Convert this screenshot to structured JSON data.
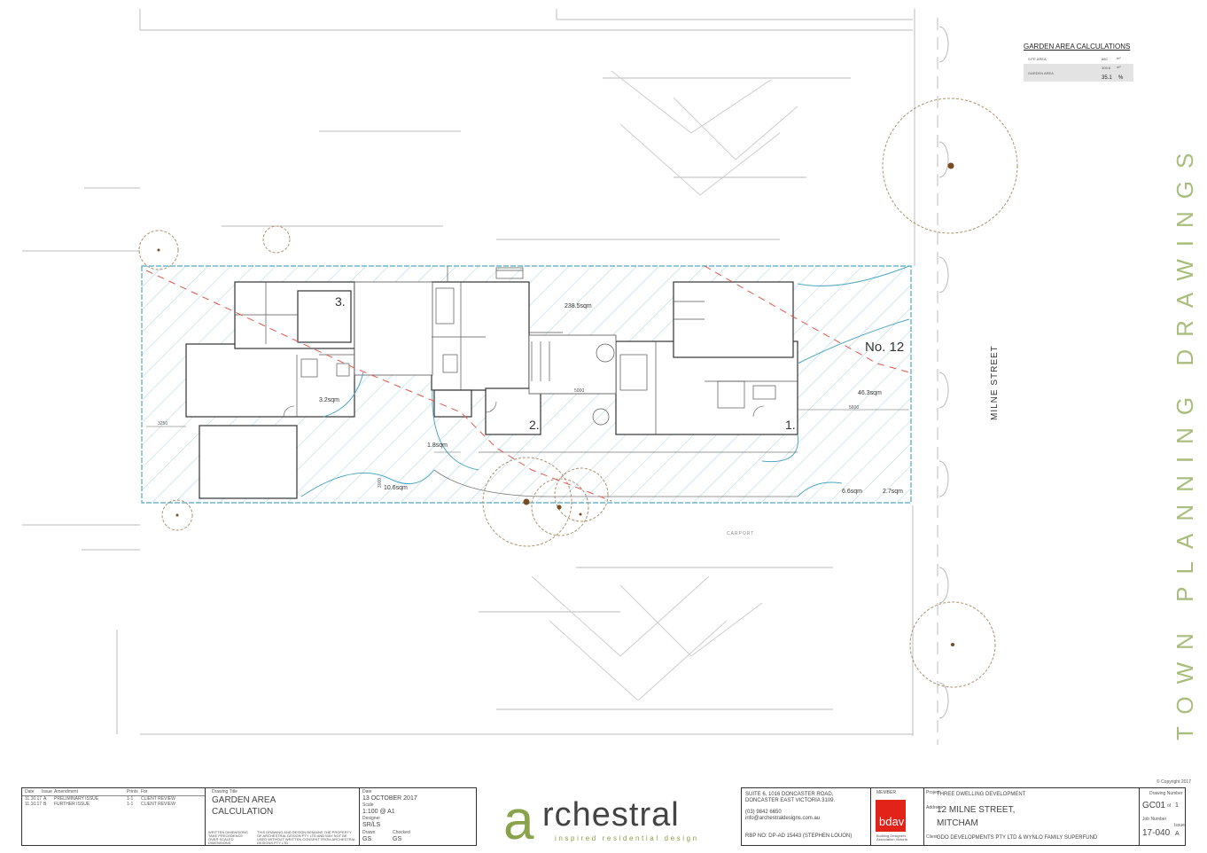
{
  "garden_calc": {
    "title": "GARDEN AREA CALCULATIONS",
    "site_area_label": "SITE AREA",
    "site_area_value": "880",
    "site_area_unit": "m²",
    "garden_area_label": "GARDEN AREA",
    "garden_area_value": "309.8",
    "garden_area_unit": "m²",
    "garden_pct_value": "35.1",
    "garden_pct_unit": "%"
  },
  "plan": {
    "dwelling_3": "3.",
    "dwelling_2": "2.",
    "dwelling_1": "1.",
    "street_number": "No. 12",
    "street_name": "MILNE STREET",
    "area_main": "238.5sqm",
    "area_front": "46.3sqm",
    "area_a": "3.2sqm",
    "area_b": "1.8sqm",
    "area_c": "10.6sqm",
    "area_d": "6.6sqm",
    "area_e": "2.7sqm",
    "dim_5000": "5000",
    "dim_5600": "5600",
    "dim_3250": "3250",
    "dim_3000": "3000",
    "crossover": "CARPORT"
  },
  "side_title": "TOWN PLANNING DRAWINGS",
  "copyright": "© Copyright 2017",
  "title_block": {
    "rev_headers": [
      "Date",
      "Issue",
      "Amendment",
      "Prints",
      "For"
    ],
    "rev_rows": [
      [
        "11.10.17",
        "A",
        "PRELIMINARY ISSUE",
        "1-1",
        "CLIENT REVIEW"
      ],
      [
        "11.10.17",
        "B",
        "FURTHER ISSUE",
        "1-1",
        "CLIENT REVIEW"
      ]
    ],
    "drawing_title_label": "Drawing Title",
    "drawing_title_1": "GARDEN AREA",
    "drawing_title_2": "CALCULATION",
    "date_label": "Date",
    "date_value": "13 OCTOBER 2017",
    "scale_label": "Scale",
    "scale_value": "1:100 @ A1",
    "designer_label": "Designer",
    "designer_value": "SR/LS",
    "drawn_label": "Drawn",
    "drawn_value": "GS",
    "checked_label": "Checked",
    "checked_value": "GS",
    "notes_1": "WRITTEN DIMENSIONS TAKE PRECEDENCE OVER SCALED DIMENSIONS",
    "notes_2": "THIS DRAWING AND DESIGN REMAINS THE PROPERTY OF ARCHESTRAL DESIGN PTY LTD AND MAY NOT BE USED WITHOUT WRITTEN CONSENT FROM ARCHESTRAL DESIGNS PTY LTD",
    "logo_a": "a",
    "logo_rest": "rchestral",
    "logo_tag": "inspired residential design",
    "address_1": "SUITE 6, 1016 DONCASTER ROAD,",
    "address_2": "DONCASTER EAST VICTORIA 3109.",
    "phone": "(03) 9842 6650",
    "email": "info@archestraldesigns.com.au",
    "rbp": "RBP NO: DP-AD 15443 (STEPHEN LOUON)",
    "member_label": "MEMBER",
    "bdav_text": "bdav",
    "bdav_sub": "Building Designers Association Victoria",
    "project_label": "Project",
    "address_label": "Address",
    "client_label": "Client",
    "project_value": "THREE DWELLING DEVELOPMENT",
    "address_value_1": "12 MILNE STREET,",
    "address_value_2": "MITCHAM",
    "client_value": "GDO DEVELOPMENTS PTY LTD & WYNLO FAMILY SUPERFUND",
    "drawing_number_label": "Drawing Number",
    "drawing_number": "GC01",
    "of_label": "of",
    "of_value": "1",
    "job_number_label": "Job Number",
    "job_number": "17-040",
    "issue_label": "Issue",
    "issue": "A"
  },
  "colors": {
    "site_boundary": "#4fa7c3",
    "hatch": "#9fd0df",
    "walls": "#333333",
    "trees": "#b0906c",
    "tree_center": "#7a4a22",
    "setback_line": "#e2574c",
    "accent_green": "#8aa249",
    "bdav_red": "#e2231a"
  }
}
